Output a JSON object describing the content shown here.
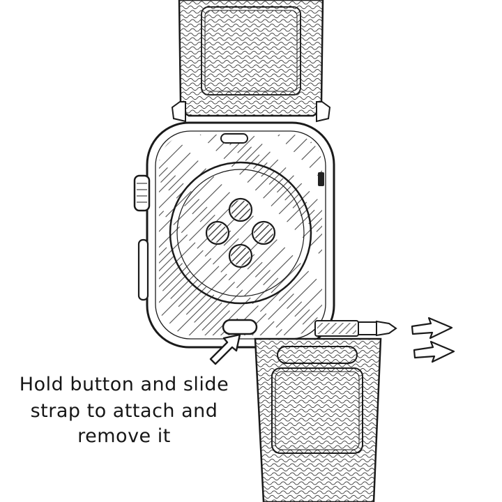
{
  "caption": {
    "lines": [
      "Hold button and slide",
      "strap to attach and",
      "remove it"
    ]
  },
  "icons": {
    "pointer_arrow": "hand-drawn-arrow-pointing-to-release-button",
    "slide_arrows": "hand-drawn-double-arrow-slide-right"
  },
  "colors": {
    "ink": "#1a1a1a",
    "background": "#ffffff"
  }
}
